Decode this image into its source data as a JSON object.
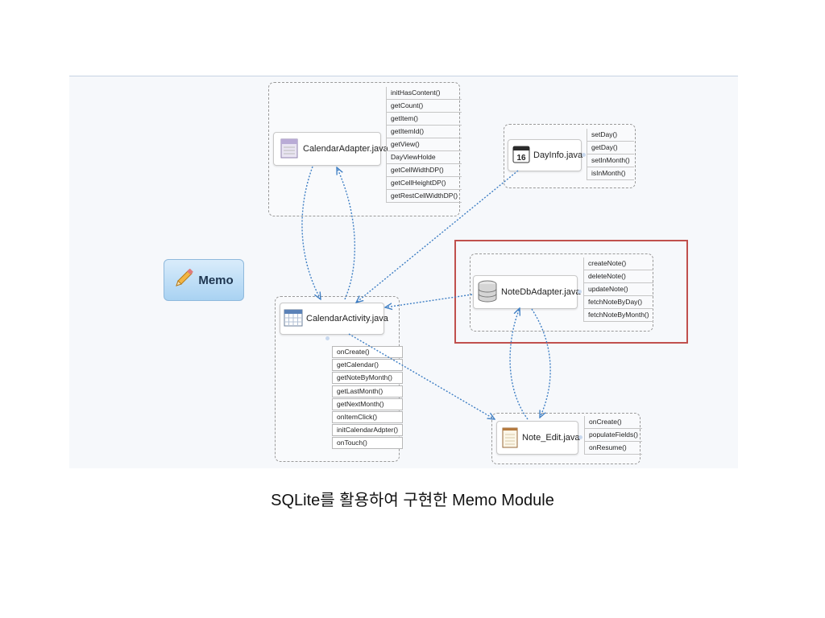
{
  "caption": "SQLite를 활용하여 구현한 Memo Module",
  "root": {
    "label": "Memo",
    "icon": "pencil-icon"
  },
  "nodes": {
    "calendar_adapter": {
      "label": "CalendarAdapter.java",
      "icon": "calendar-page-icon",
      "methods": [
        "initHasContent()",
        "getCount()",
        "getItem()",
        "getItemId()",
        "getView()",
        "DayViewHolde",
        "getCellWidthDP()",
        "getCellHeightDP()",
        "getRestCellWidthDP()"
      ]
    },
    "day_info": {
      "label": "DayInfo.java",
      "icon": "calendar-16-icon",
      "icon_text": "16",
      "methods": [
        "setDay()",
        "getDay()",
        "setInMonth()",
        "isInMonth()"
      ]
    },
    "note_db_adapter": {
      "label": "NoteDbAdapter.java",
      "icon": "database-icon",
      "methods": [
        "createNote()",
        "deleteNote()",
        "updateNote()",
        "fetchNoteByDay()",
        "fetchNoteByMonth()"
      ]
    },
    "calendar_activity": {
      "label": "CalendarActivity.java",
      "icon": "calendar-grid-icon",
      "methods": [
        "onCreate()",
        "getCalendar()",
        "getNoteByMonth()",
        "getLastMonth()",
        "getNextMonth()",
        "onItemClick()",
        "initCalendarAdpter()",
        "onTouch()"
      ]
    },
    "note_edit": {
      "label": "Note_Edit.java",
      "icon": "notepad-icon",
      "methods": [
        "onCreate()",
        "populateFields()",
        "onResume()"
      ]
    }
  },
  "colors": {
    "connector": "#3f7fc4",
    "highlight": "#c0504d",
    "canvas": "#f6f8fb"
  }
}
